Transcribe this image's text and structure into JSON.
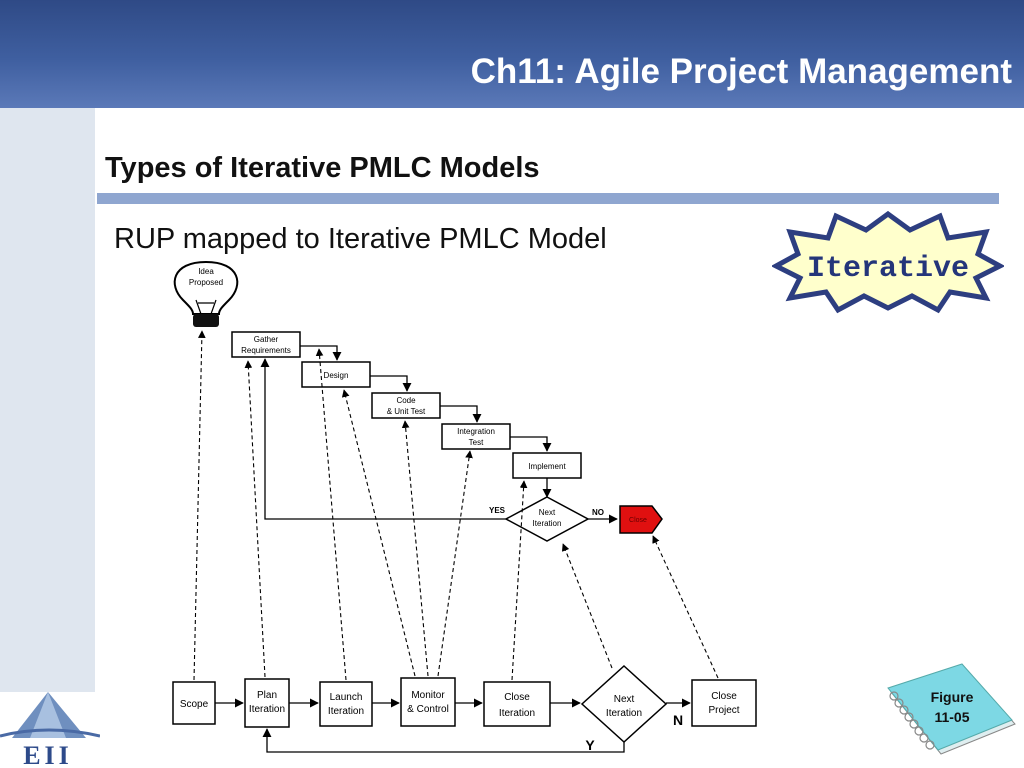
{
  "header": {
    "title": "Ch11: Agile Project Management"
  },
  "slide": {
    "subtitle": "Types of Iterative PMLC Models",
    "caption": "RUP mapped to Iterative PMLC Model"
  },
  "badge": {
    "label": "Iterative"
  },
  "figure_tag": {
    "line1": "Figure",
    "line2": "11-05"
  },
  "logo": {
    "text": "EII"
  },
  "diagram": {
    "bulb": {
      "line1": "Idea",
      "line2": "Proposed"
    },
    "waterfall": [
      {
        "line1": "Gather",
        "line2": "Requirements"
      },
      {
        "line1": "Design",
        "line2": ""
      },
      {
        "line1": "Code",
        "line2": "& Unit Test"
      },
      {
        "line1": "Integration",
        "line2": "Test"
      },
      {
        "line1": "Implement",
        "line2": ""
      }
    ],
    "decision": {
      "line1": "Next",
      "line2": "Iteration",
      "yes": "YES",
      "no": "NO"
    },
    "close": "Close",
    "phases": [
      {
        "line1": "Scope",
        "line2": ""
      },
      {
        "line1": "Plan",
        "line2": "Iteration"
      },
      {
        "line1": "Launch",
        "line2": "Iteration"
      },
      {
        "line1": "Monitor",
        "line2": "& Control"
      },
      {
        "line1": "Close",
        "line2": "Iteration"
      }
    ],
    "next_decision": {
      "line1": "Next",
      "line2": "Iteration",
      "n": "N",
      "y": "Y"
    },
    "close_project": {
      "line1": "Close",
      "line2": "Project"
    }
  },
  "colors": {
    "header": "#3f5fa0",
    "accent_rule": "#8fa6d0",
    "close_fill": "#e01010",
    "badge_fill": "#ffffcc",
    "badge_stroke": "#2d3e80",
    "figure_tag": "#7dd8e4"
  }
}
